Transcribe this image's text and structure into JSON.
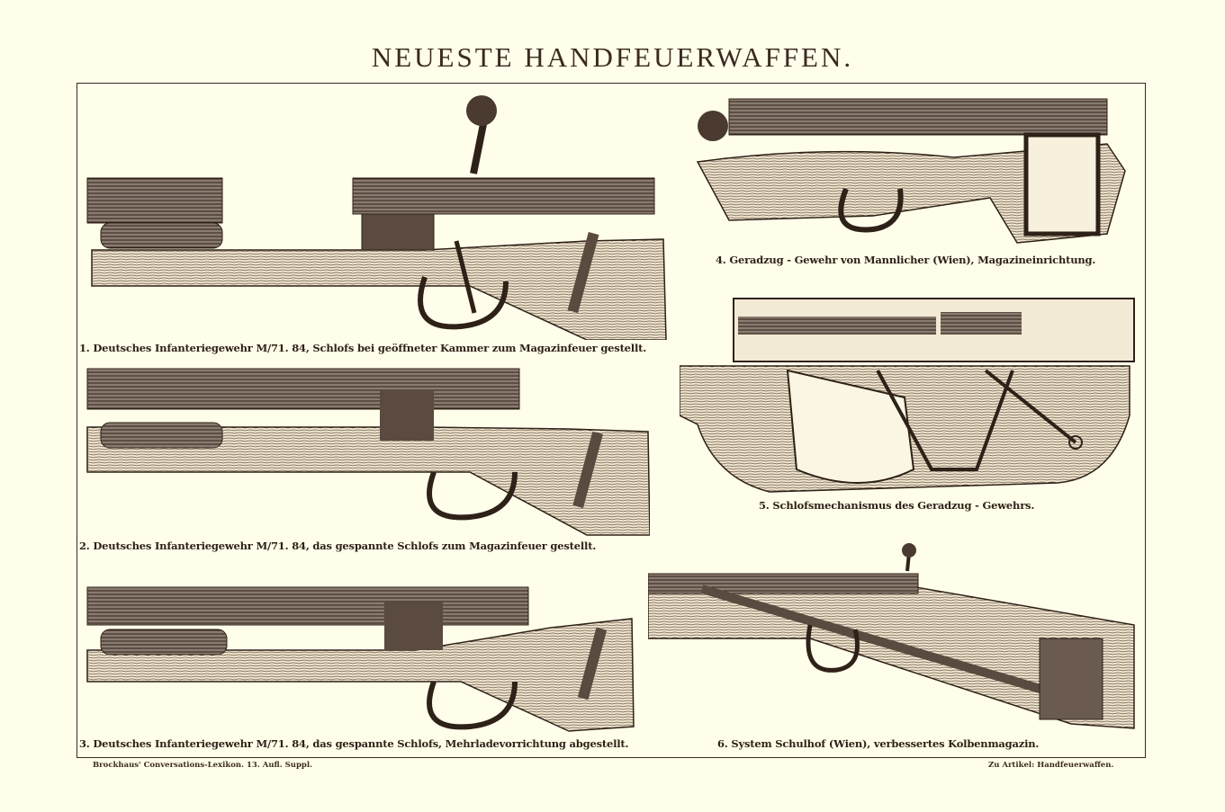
{
  "title": "NEUESTE HANDFEUERWAFFEN.",
  "figures": [
    {
      "caption": "1. Deutsches Infanteriegewehr M/71. 84, Schlofs bei geöffneter Kammer zum Magazinfeuer gestellt."
    },
    {
      "caption": "2. Deutsches Infanteriegewehr M/71. 84, das gespannte Schlofs zum Magazinfeuer gestellt."
    },
    {
      "caption": "3. Deutsches Infanteriegewehr M/71. 84, das gespannte Schlofs, Mehrladevorrichtung abgestellt."
    },
    {
      "caption": "4. Geradzug - Gewehr von Mannlicher (Wien), Magazineinrichtung."
    },
    {
      "caption": "5. Schlofsmechanismus des Geradzug - Gewehrs."
    },
    {
      "caption": "6. System Schulhof (Wien), verbessertes Kolbenmagazin."
    }
  ],
  "footer": {
    "left": "Brockhaus' Conversations-Lexikon. 13. Aufl. Suppl.",
    "right": "Zu Artikel: Handfeuerwaffen."
  },
  "colors": {
    "paper": "#fffeea",
    "ink": "#3a2a20",
    "wood": "#8a7565"
  }
}
